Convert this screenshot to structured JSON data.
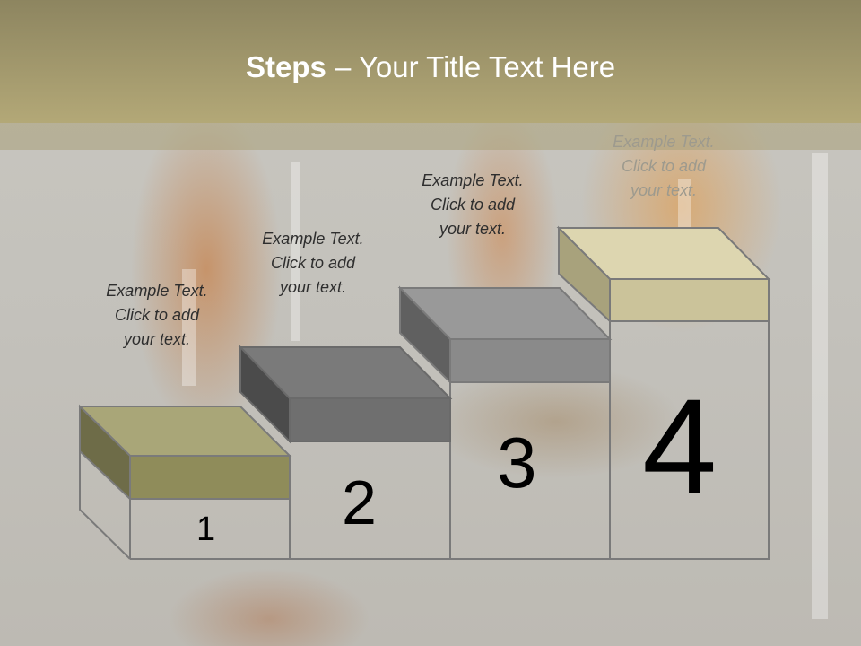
{
  "title": {
    "bold": "Steps",
    "rest": " – Your Title Text Here"
  },
  "steps": [
    {
      "number": "1",
      "line1": "Example Text.",
      "line2": "Click  to add",
      "line3": "your text.",
      "color": "#8f8c5a"
    },
    {
      "number": "2",
      "line1": "Example Text.",
      "line2": "Click  to add",
      "line3": "your text.",
      "color": "#6f6f6f"
    },
    {
      "number": "3",
      "line1": "Example Text.",
      "line2": "Click  to add",
      "line3": "your text.",
      "color": "#8a8a8a"
    },
    {
      "number": "4",
      "line1": "Example Text.",
      "line2": "Click  to add",
      "line3": "your text.",
      "color": "#cbc39a"
    }
  ],
  "colors": {
    "header": "#b3a877",
    "text": "#2e2e2e"
  }
}
